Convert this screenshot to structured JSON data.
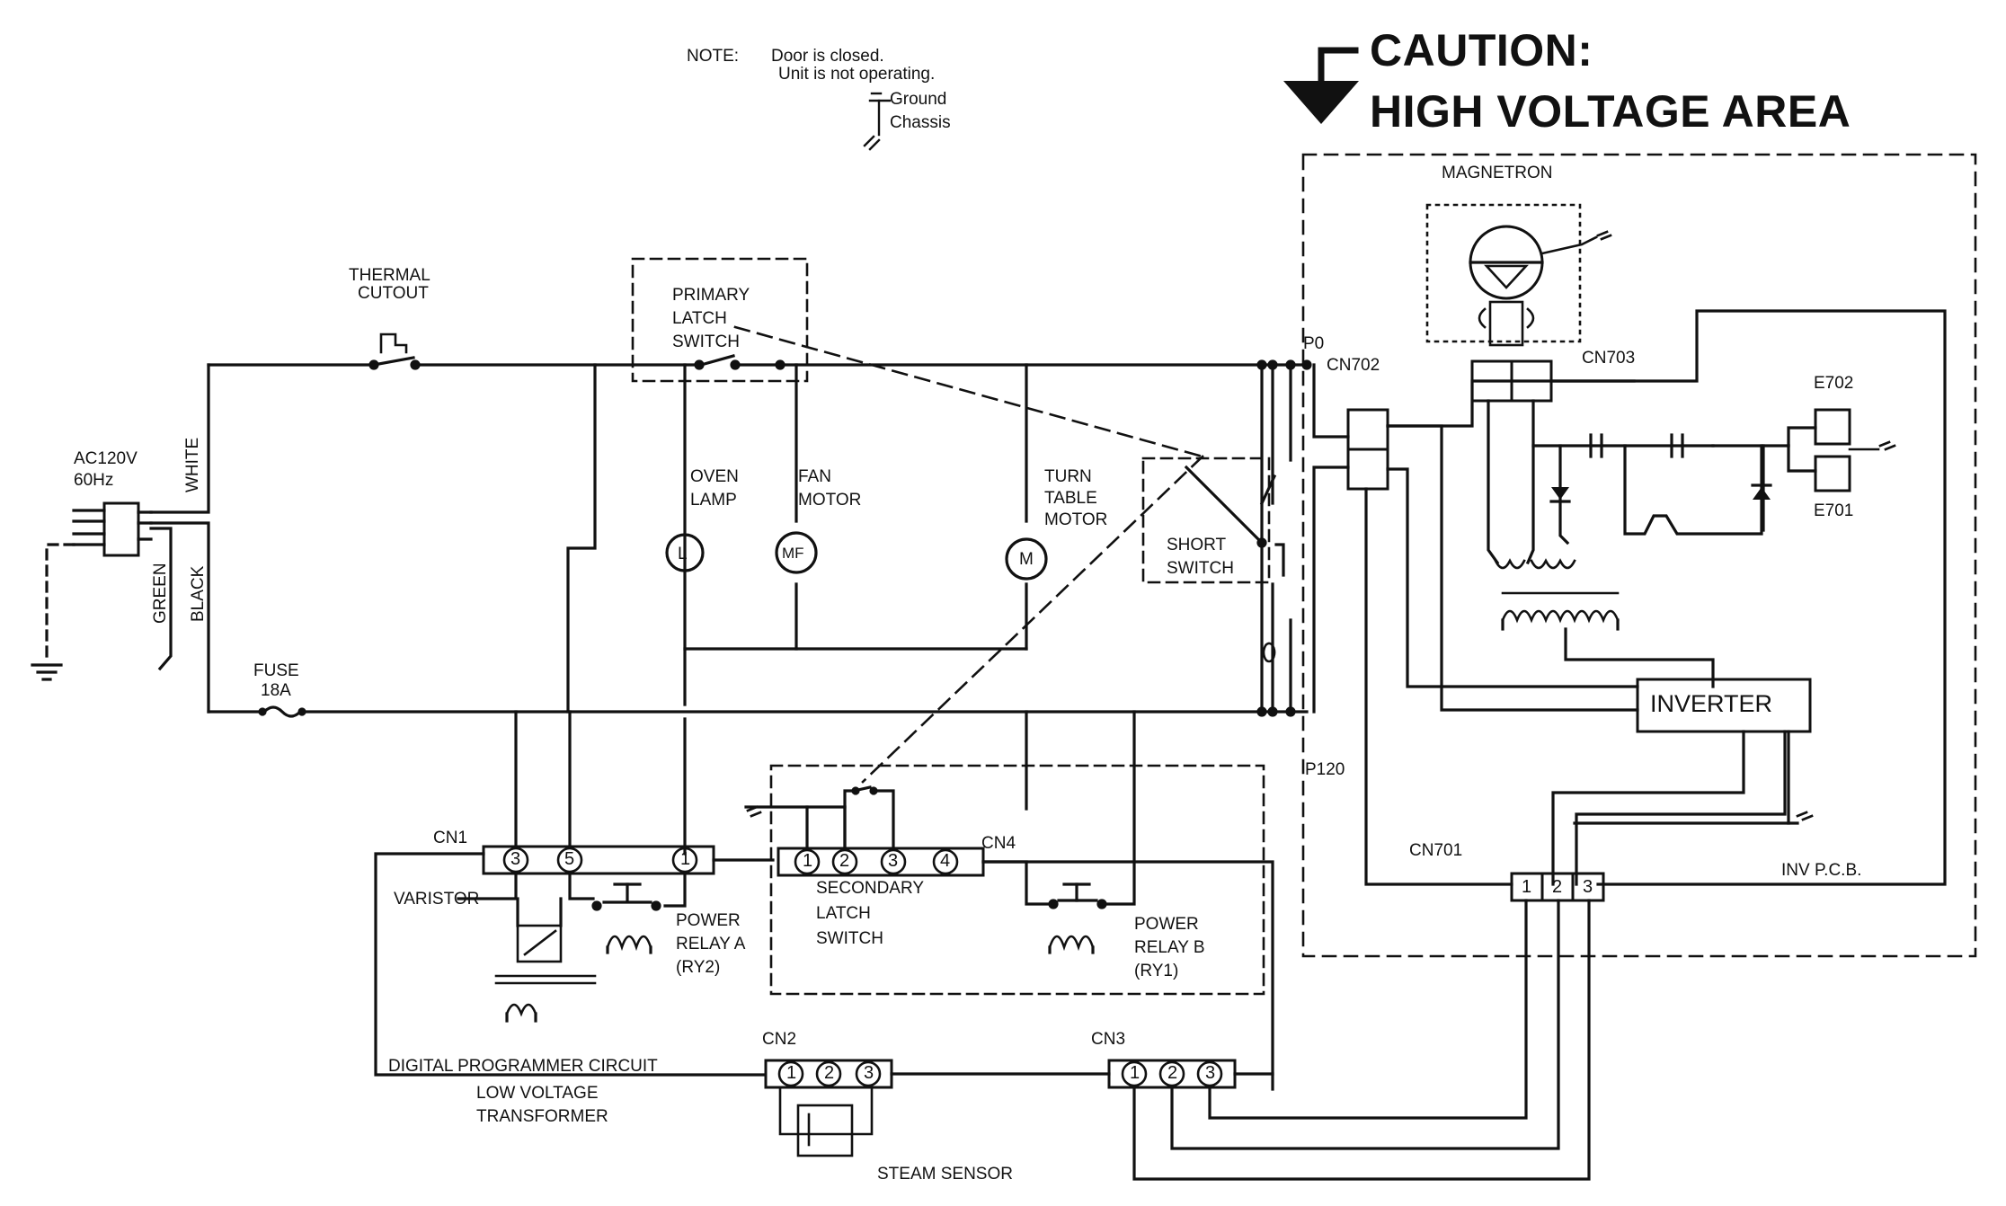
{
  "note": {
    "prefix": "NOTE:",
    "line1": "Door is closed.",
    "line2": "Unit is not operating.",
    "ground": "Ground",
    "chassis": "Chassis"
  },
  "caution": {
    "line1": "CAUTION:",
    "line2": "HIGH VOLTAGE AREA"
  },
  "labels": {
    "magnetron": "MAGNETRON",
    "thermal1": "THERMAL",
    "thermal2": "CUTOUT",
    "primary1": "PRIMARY",
    "primary2": "LATCH",
    "primary3": "SWITCH",
    "p0": "P0",
    "cn702": "CN702",
    "cn703": "CN703",
    "e702": "E702",
    "e701": "E701",
    "ac1": "AC120V",
    "ac2": "60Hz",
    "white": "WHITE",
    "green": "GREEN",
    "black": "BLACK",
    "oven1": "OVEN",
    "oven2": "LAMP",
    "fan1": "FAN",
    "fan2": "MOTOR",
    "turn1": "TURN",
    "turn2": "TABLE",
    "turn3": "MOTOR",
    "short1": "SHORT",
    "short2": "SWITCH",
    "lamp_sym": "L",
    "fan_sym": "MF",
    "motor_sym": "M",
    "fuse1": "FUSE",
    "fuse2": "18A",
    "inverter": "INVERTER",
    "p120": "P120",
    "cn1": "CN1",
    "cn4": "CN4",
    "cn701": "CN701",
    "inv_pcb": "INV P.C.B.",
    "varistor": "VARISTOR",
    "secondary1": "SECONDARY",
    "secondary2": "LATCH",
    "secondary3": "SWITCH",
    "relay_a1": "POWER",
    "relay_a2": "RELAY A",
    "relay_a3": "(RY2)",
    "relay_b1": "POWER",
    "relay_b2": "RELAY B",
    "relay_b3": "(RY1)",
    "cn2": "CN2",
    "cn3": "CN3",
    "dpc": "DIGITAL PROGRAMMER CIRCUIT",
    "lvt1": "LOW VOLTAGE",
    "lvt2": "TRANSFORMER",
    "steam": "STEAM SENSOR"
  },
  "pins": {
    "cn1": [
      "3",
      "5",
      "1"
    ],
    "cn4": [
      "1",
      "2",
      "3",
      "4"
    ],
    "cn2": [
      "1",
      "2",
      "3"
    ],
    "cn3": [
      "1",
      "2",
      "3"
    ],
    "cn701": [
      "1",
      "2",
      "3"
    ]
  }
}
